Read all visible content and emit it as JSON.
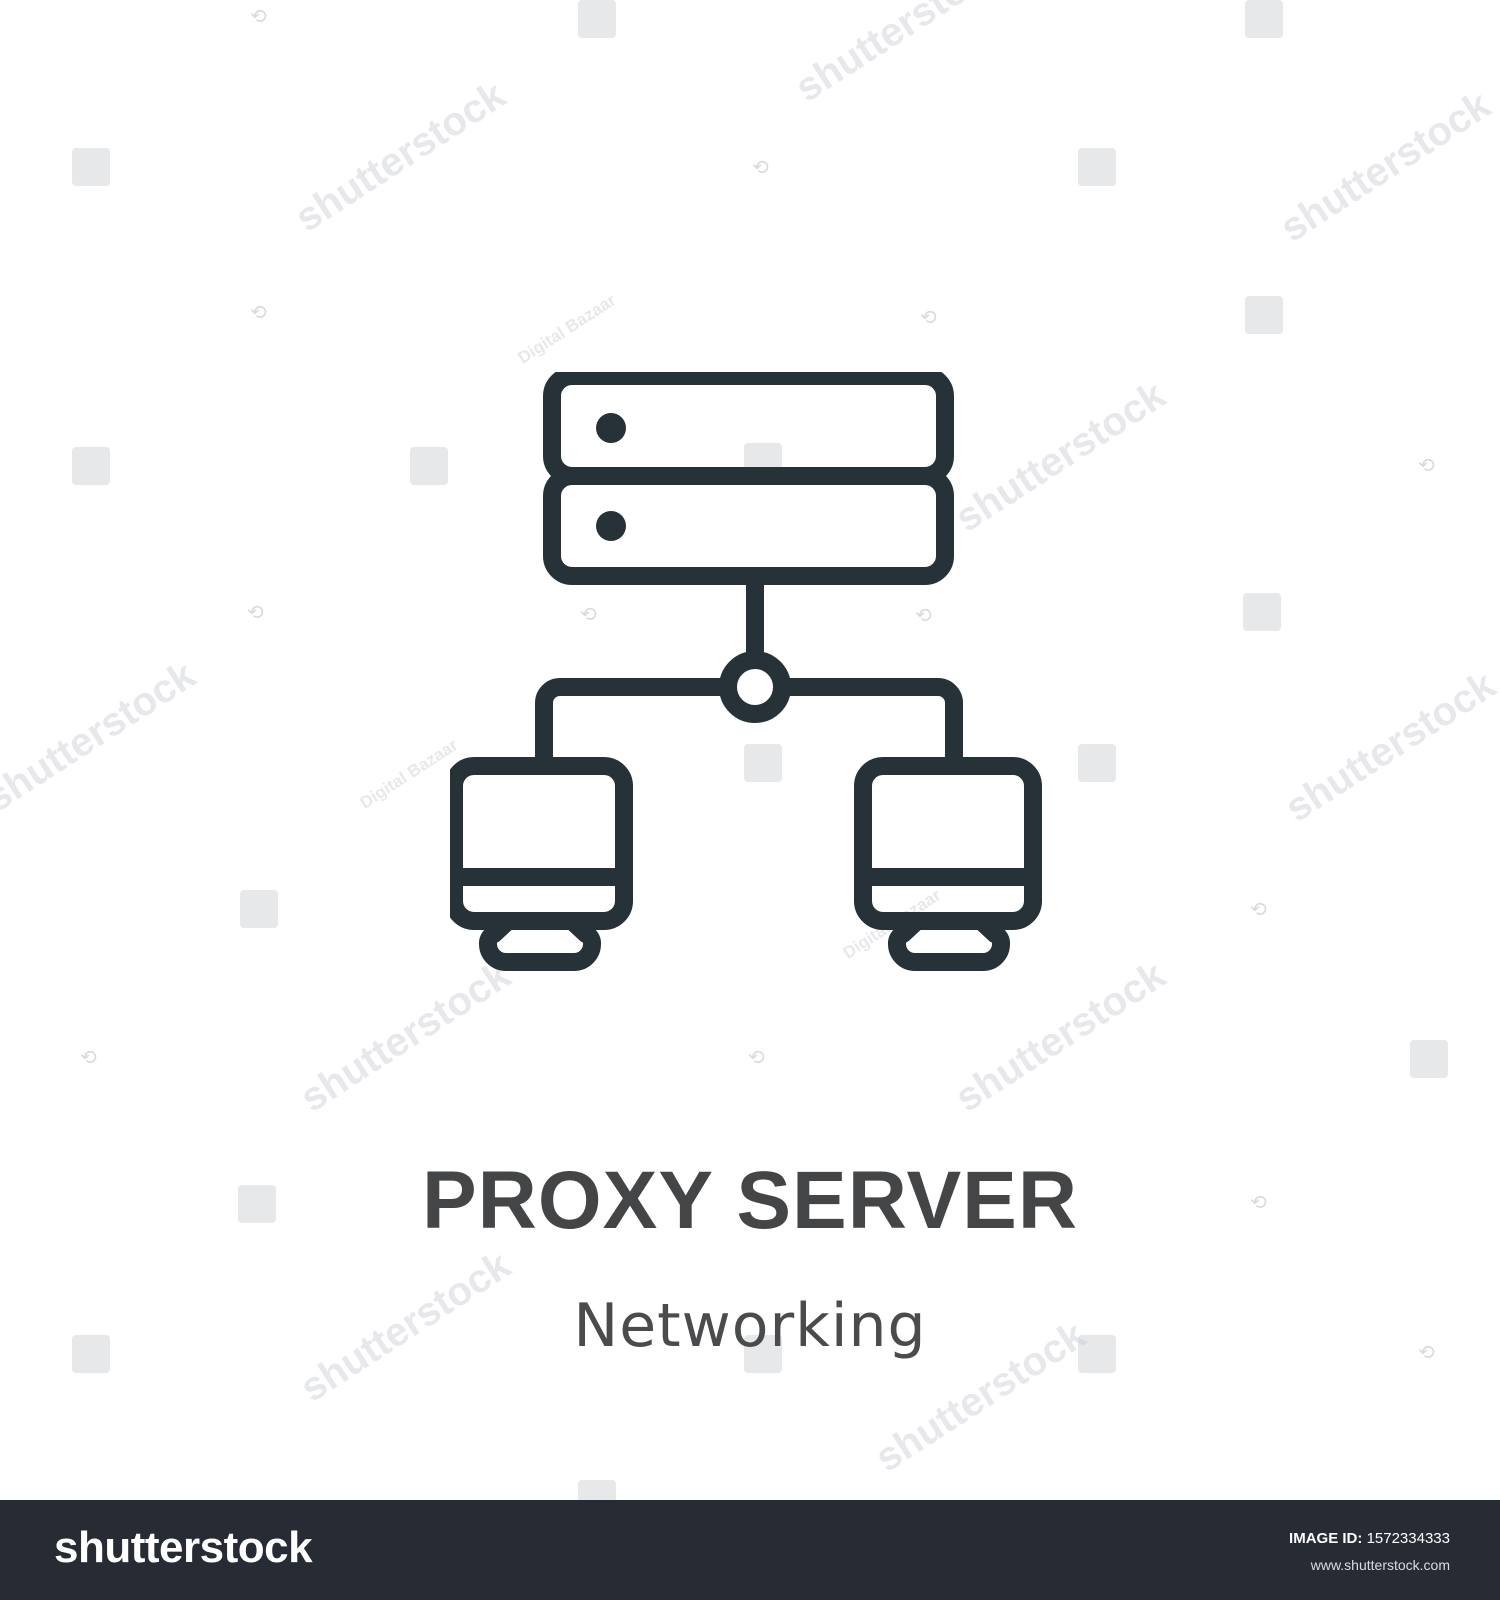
{
  "icon": {
    "name": "proxy-server-icon",
    "stroke_color": "#263238"
  },
  "caption": {
    "title": "PROXY SERVER",
    "category": "Networking"
  },
  "watermark": {
    "brand_text": "shutterstock",
    "author_text": "Digital Bazaar"
  },
  "footer": {
    "logo_text": "shutterstock",
    "image_id_label": "IMAGE ID:",
    "image_id_value": "1572334333",
    "site_url": "www.shutterstock.com",
    "background_color": "#272c34"
  }
}
